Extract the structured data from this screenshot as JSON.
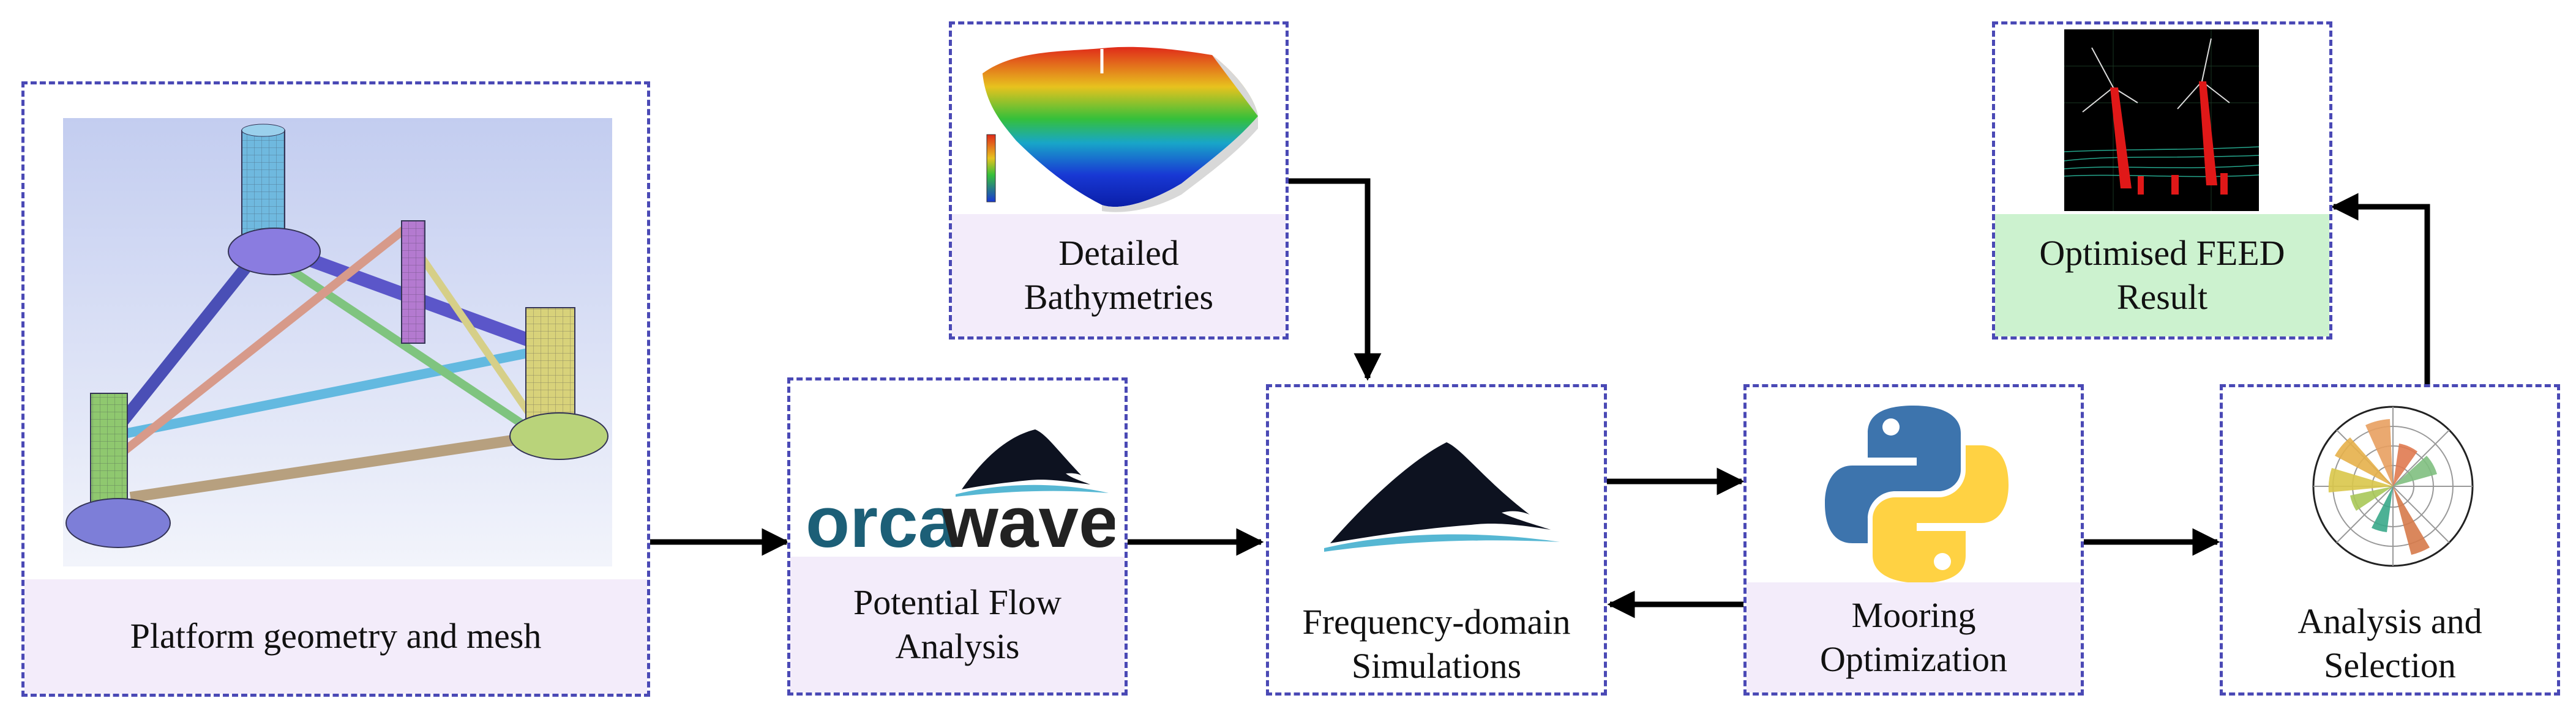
{
  "nodes": {
    "platform": {
      "label": "Platform geometry and mesh"
    },
    "potential_flow": {
      "label_line1": "Potential Flow",
      "label_line2": "Analysis",
      "logo_text_1": "orca",
      "logo_text_2": "wave"
    },
    "bathymetry": {
      "label_line1": "Detailed",
      "label_line2": "Bathymetries"
    },
    "frequency": {
      "label_line1": "Frequency-domain",
      "label_line2": "Simulations"
    },
    "mooring": {
      "label_line1": "Mooring",
      "label_line2": "Optimization"
    },
    "analysis": {
      "label_line1": "Analysis and",
      "label_line2": "Selection"
    },
    "feed": {
      "label_line1": "Optimised FEED",
      "label_line2": "Result"
    }
  },
  "colors": {
    "border": "#4a49b5",
    "label_bg": "#f3ecfa",
    "result_bg": "#ccf2cf",
    "arrow": "#000000"
  }
}
